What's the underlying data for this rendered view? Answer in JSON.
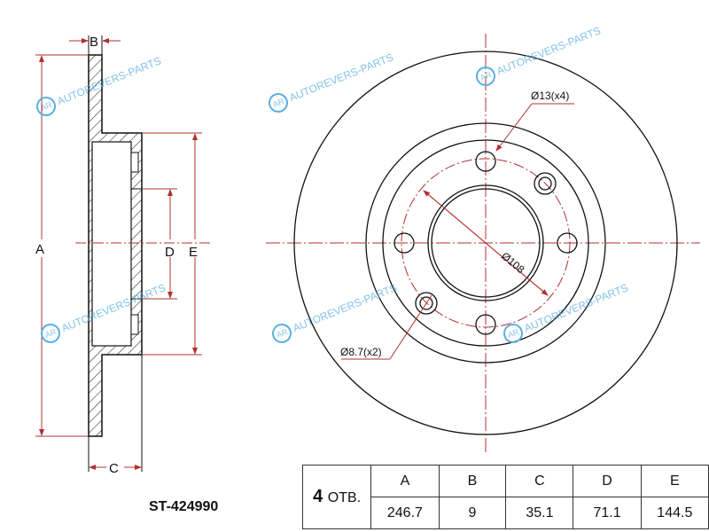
{
  "part_number": "ST-424990",
  "watermark": "AUTOREVERS-PARTS",
  "watermark_logo": "AR",
  "dimension_labels": {
    "A": "A",
    "B": "B",
    "C": "C",
    "D": "D",
    "E": "E"
  },
  "annotations": {
    "bolt_holes": "Ø13(x4)",
    "pin_holes": "Ø8.7(x2)",
    "pcd": "Ø108"
  },
  "spec_table": {
    "holes_count": "4",
    "holes_label": "ОТВ.",
    "headers": [
      "A",
      "B",
      "C",
      "D",
      "E"
    ],
    "values": [
      "246.7",
      "9",
      "35.1",
      "71.1",
      "144.5"
    ]
  },
  "colors": {
    "dimension": "#b03030",
    "outline": "#111111",
    "watermark": "#5aaee0"
  }
}
